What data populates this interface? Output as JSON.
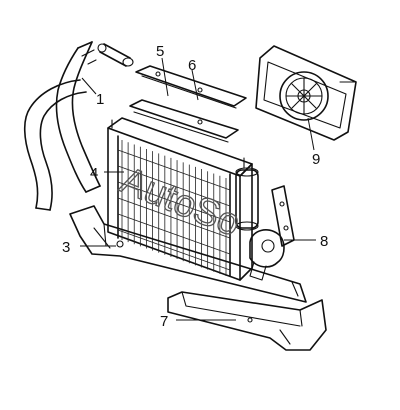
{
  "callouts": [
    {
      "id": "1",
      "label": "1"
    },
    {
      "id": "2",
      "label": "3"
    },
    {
      "id": "3",
      "label": "4"
    },
    {
      "id": "4",
      "label": "5"
    },
    {
      "id": "5",
      "label": "6"
    },
    {
      "id": "6",
      "label": "7"
    },
    {
      "id": "7",
      "label": "8"
    },
    {
      "id": "8",
      "label": "9"
    }
  ],
  "watermark": "AutoSo",
  "colors": {
    "line": "#111111",
    "background": "#ffffff",
    "watermark": "#555555"
  }
}
